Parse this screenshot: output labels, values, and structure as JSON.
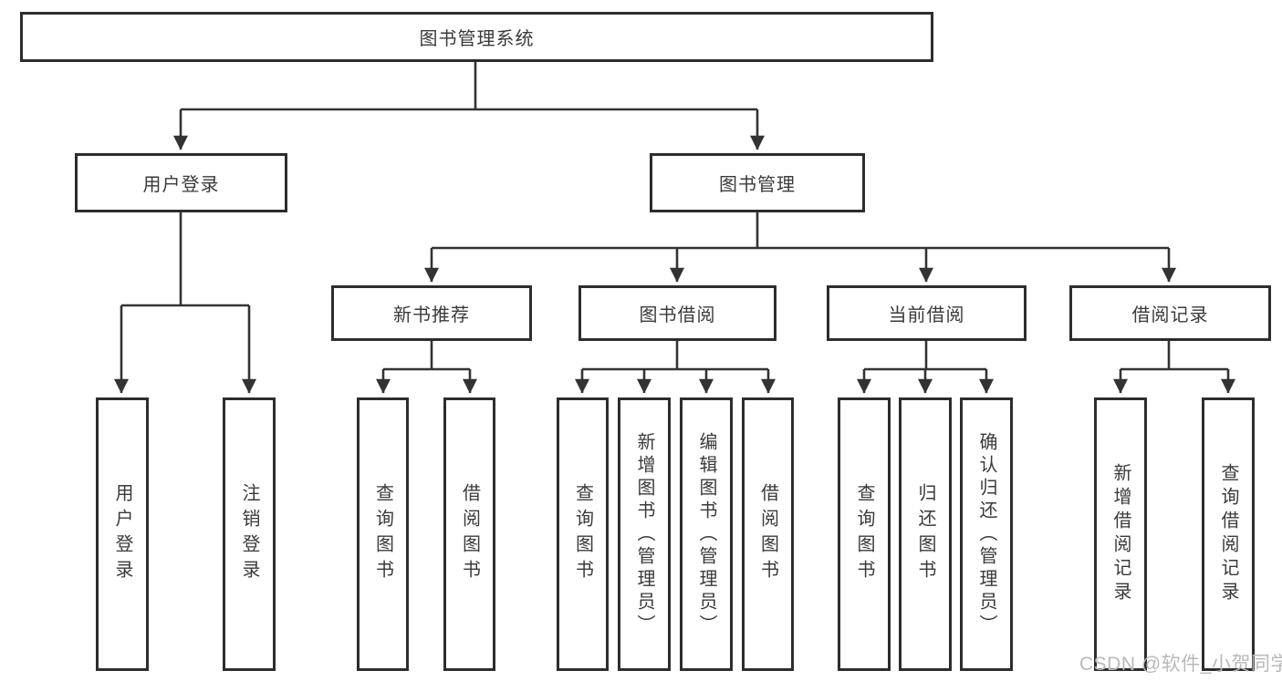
{
  "diagram_title": "图书管理系统",
  "nodes": {
    "root": {
      "label": "图书管理系统"
    },
    "branches": [
      {
        "label": "用户登录",
        "children": [
          {
            "label": "用户登录"
          },
          {
            "label": "注销登录"
          }
        ]
      },
      {
        "label": "图书管理",
        "groups": [
          {
            "label": "新书推荐",
            "children": [
              {
                "label": "查询图书"
              },
              {
                "label": "借阅图书"
              }
            ]
          },
          {
            "label": "图书借阅",
            "children": [
              {
                "label": "查询图书"
              },
              {
                "label": "新增图书（管理员）"
              },
              {
                "label": "编辑图书（管理员）"
              },
              {
                "label": "借阅图书"
              }
            ]
          },
          {
            "label": "当前借阅",
            "children": [
              {
                "label": "查询图书"
              },
              {
                "label": "归还图书"
              },
              {
                "label": "确认归还（管理员）"
              }
            ]
          },
          {
            "label": "借阅记录",
            "children": [
              {
                "label": "新增借阅记录"
              },
              {
                "label": "查询借阅记录"
              }
            ]
          }
        ]
      }
    ]
  },
  "watermark": {
    "text": "CSDN @软件_小贺同学",
    "color": "#b9b9b9"
  },
  "colors": {
    "line": "#333333",
    "box_border": "#2d2d2d",
    "text": "#3a3a3a",
    "background": "#ffffff"
  }
}
